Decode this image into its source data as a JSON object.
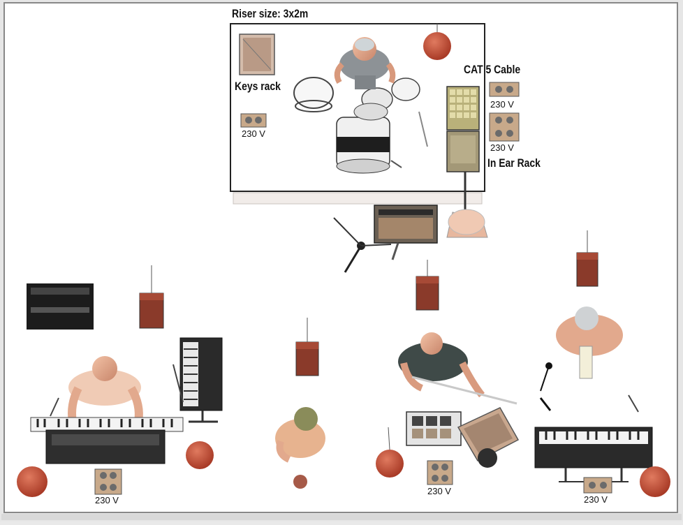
{
  "riser": {
    "label": "Riser size: 3x2m"
  },
  "labels": {
    "keys_rack": "Keys rack",
    "cat5": "CAT 5 Cable",
    "in_ear_rack": "In Ear Rack"
  },
  "power": {
    "riser_left": "230 V",
    "riser_right_top": "230 V",
    "riser_right_bottom": "230 V",
    "stage_left": "230 V",
    "stage_center": "230 V",
    "stage_right": "230 V"
  },
  "colors": {
    "monitor_wedge": "#c4503a",
    "power_box": "#c8a98a",
    "in_ear_pack": "#8a3a2a",
    "skin": "#e9a98a",
    "shirt_gray": "#8a8f95",
    "shirt_dark": "#3f4a48"
  },
  "icons": [
    "drum-kit-icon",
    "keyboard-icon",
    "synth-icon",
    "mic-stand-icon",
    "amp-icon",
    "wedge-monitor-icon",
    "power-outlet-icon",
    "in-ear-pack-icon",
    "pedalboard-icon",
    "drum-pad-icon"
  ]
}
